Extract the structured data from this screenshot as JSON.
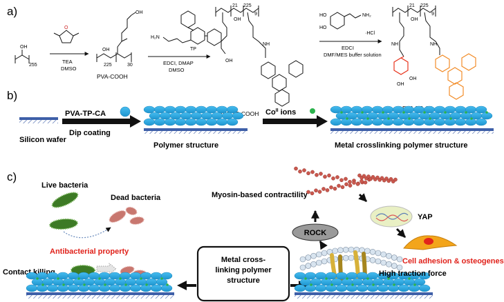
{
  "panels": {
    "a": "a)",
    "b": "b)",
    "c": "c)"
  },
  "panel_a": {
    "start_sub_oh": "OH",
    "start_sub_n": "255",
    "step1_reagent1": "TEA",
    "step1_reagent2": "DMSO",
    "pva_cooh_oh": "OH",
    "pva_cooh_oh_top": "OH",
    "pva_cooh_n1": "225",
    "pva_cooh_n2": "30",
    "pva_cooh_label": "PVA-COOH",
    "tp_label": "TP",
    "tp_amine": "H₂N",
    "step2_reagent1": "EDCI, DMAP",
    "step2_reagent2": "DMSO",
    "tp_cooh_n1": "21",
    "tp_cooh_n2": "225",
    "tp_cooh_n3": "9",
    "tp_cooh_oh": "OH",
    "tp_cooh_oh2": "OH",
    "tp_cooh_nh": "NH",
    "tp_cooh_label": "PVA-TP-COOH",
    "dopa_ho1": "HO",
    "dopa_ho2": "HO",
    "dopa_nh2": "NH₂",
    "dopa_hcl": "·HCl",
    "step3_reagent1": "EDCI",
    "step3_reagent2": "DMF/MES buffer solution",
    "ca_n1": "21",
    "ca_n2": "225",
    "ca_n3": "9",
    "ca_oh": "OH",
    "ca_nh1": "NH",
    "ca_nh2": "NH",
    "ca_oh_ring1": "OH",
    "ca_oh_ring2": "OH",
    "ca_label": "PVA-TP-CA"
  },
  "panel_b": {
    "reagent1": "PVA-TP-CA",
    "step1": "Dip coating",
    "substrate": "Silicon wafer",
    "polymer": "Polymer structure",
    "ion_prefix": "Co",
    "ion_sup": "II",
    "ion_suffix": " ions",
    "final": "Metal crosslinking polymer structure"
  },
  "panel_c": {
    "live": "Live bacteria",
    "dead": "Dead bacteria",
    "antibacterial": "Antibacterial property",
    "contact": "Contact killing",
    "center1": "Metal cross-",
    "center2": "linking polymer",
    "center3": "structure",
    "myosin": "Myosin-based contractility",
    "rock": "ROCK",
    "yap": "YAP",
    "adhesion": "Cell adhesion & osteogenesis",
    "traction": "High traction force"
  },
  "colors": {
    "bead": "#29a9e1",
    "bead_edge": "#1a86bd",
    "cobalt": "#2bb24c",
    "red_text": "#e0211a",
    "catechol": "#e8331c",
    "terpyridine": "#f28c28",
    "live_bacteria": "#3d7a25",
    "dead_bacteria": "#c8776f",
    "actin": "#c9584e",
    "rock_fill": "#9a9a9a",
    "integrin": "#d7b13a",
    "cell": "#f3a51b",
    "nucleus": "#e2241b",
    "yap_fill": "#e9f0c4",
    "substrate": "#3e5fa8"
  }
}
